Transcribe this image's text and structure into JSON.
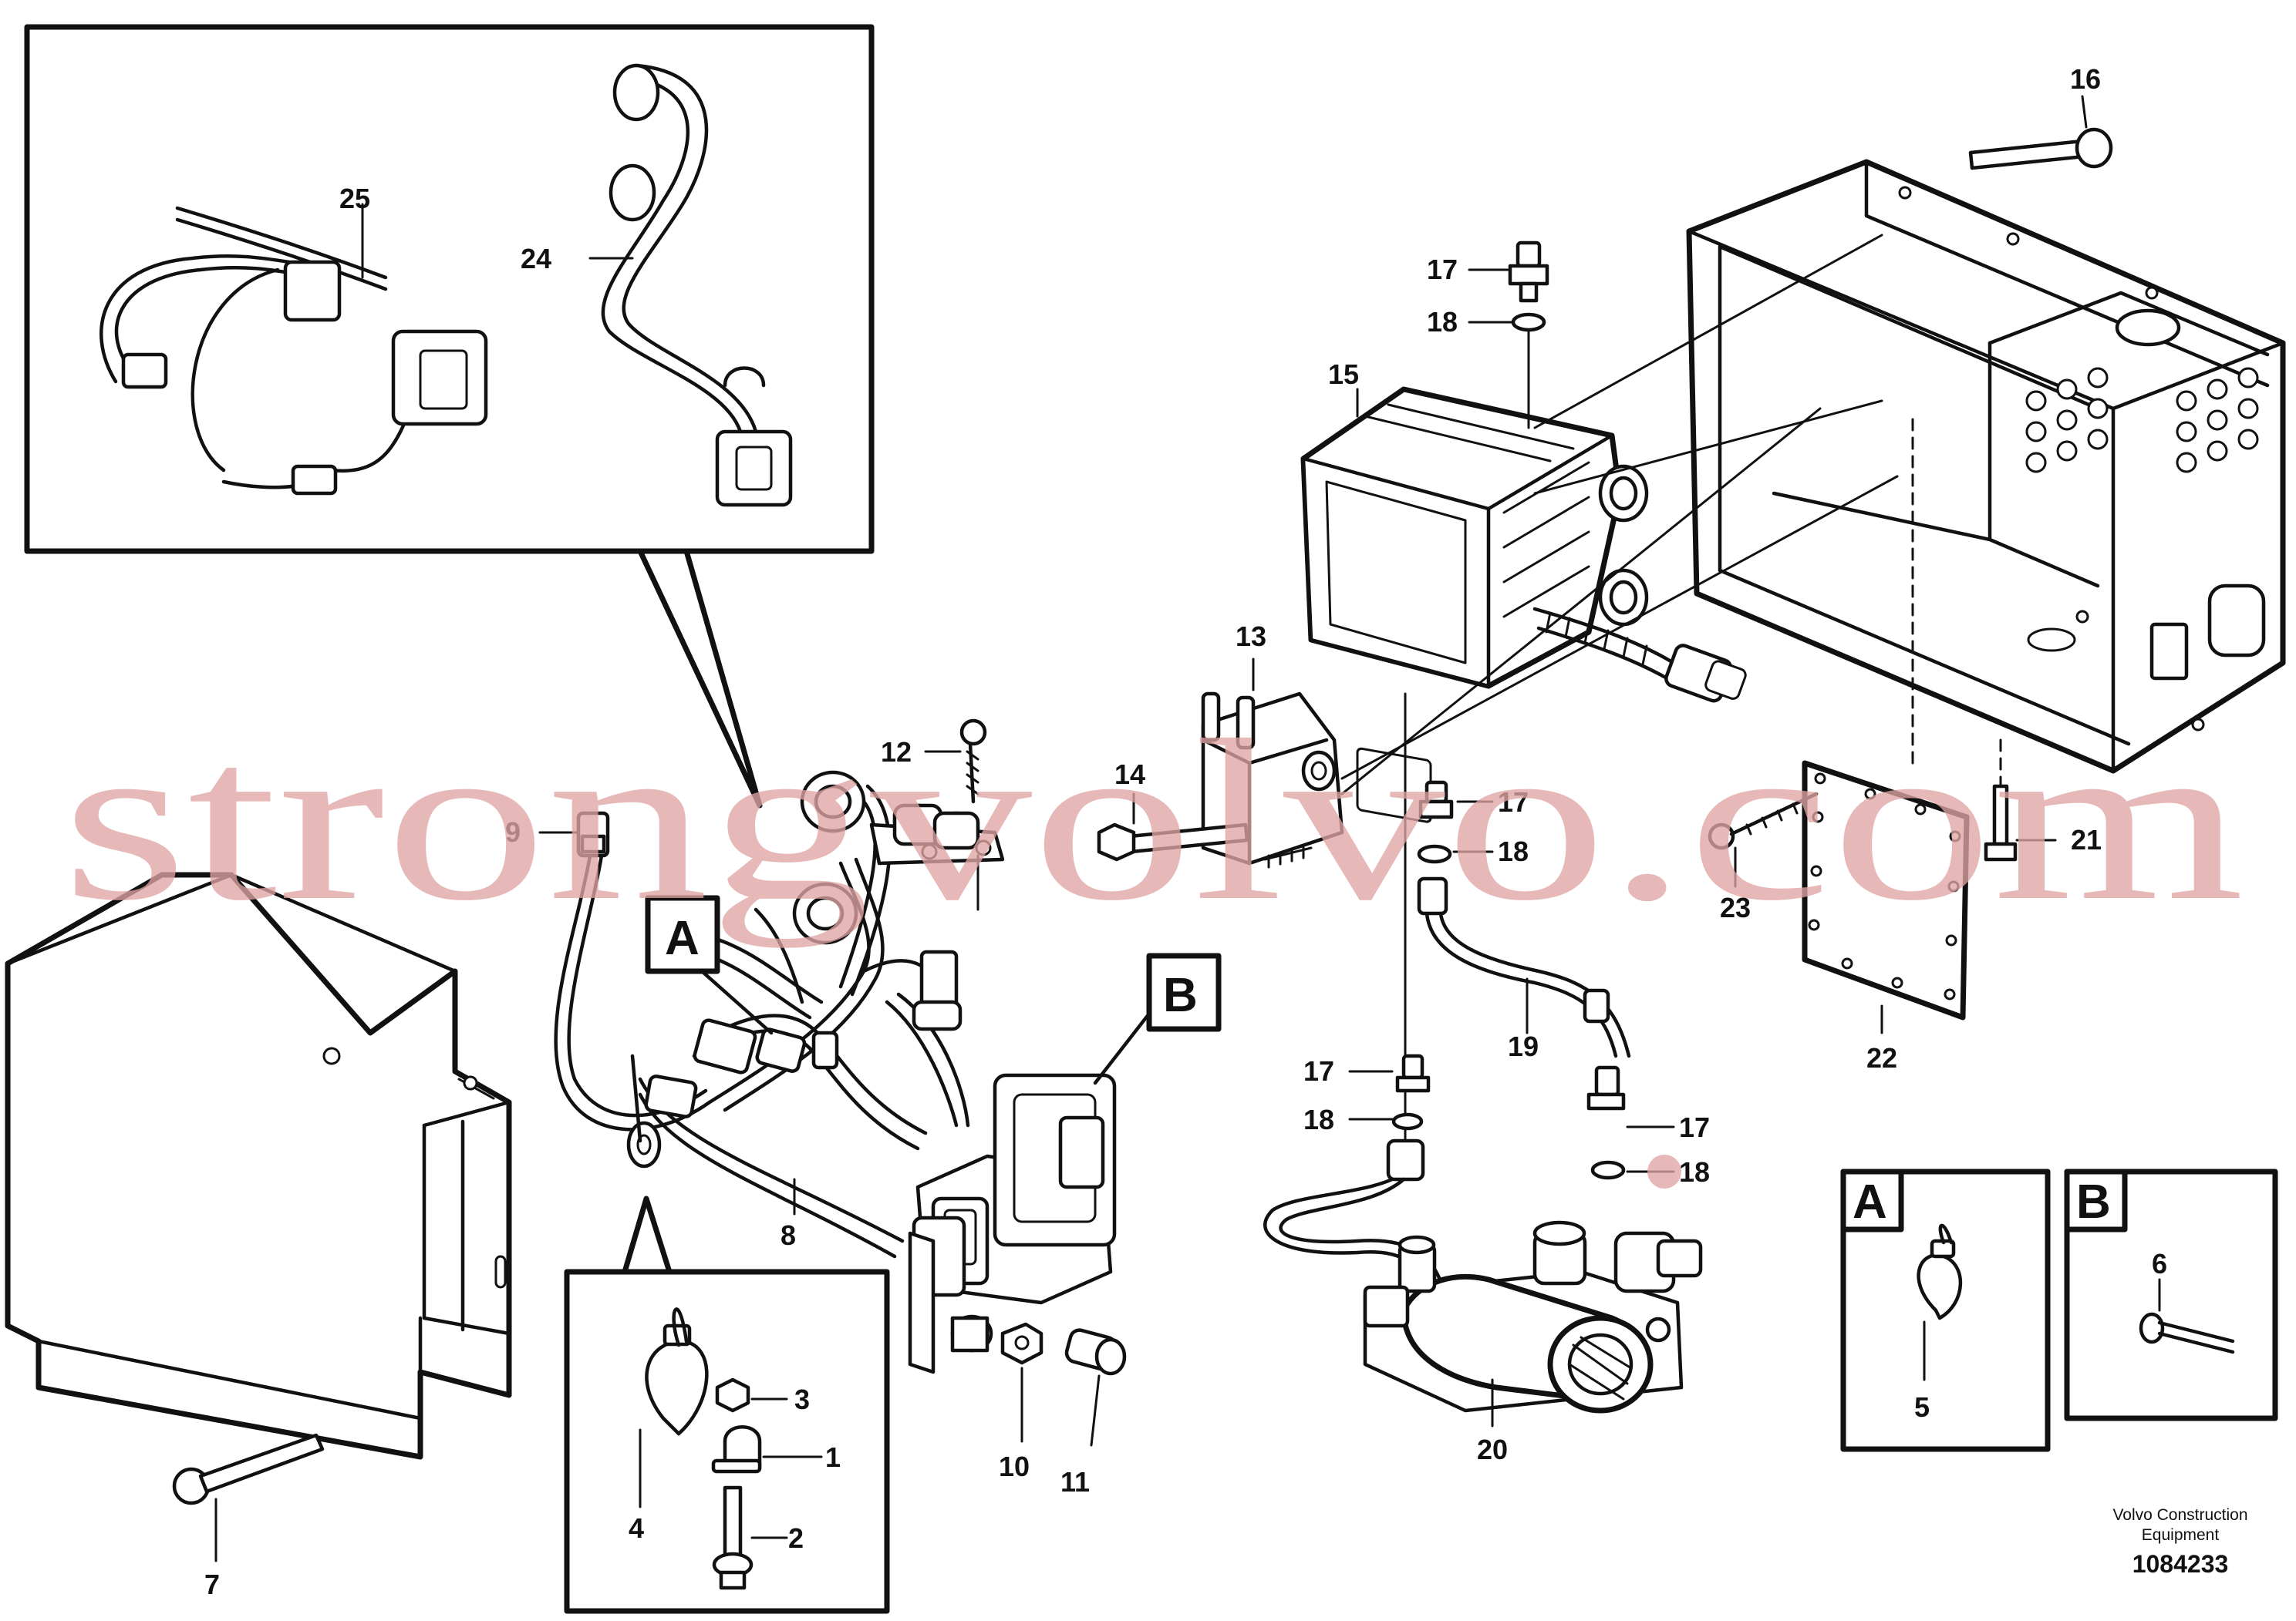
{
  "callouts": {
    "c1": "1",
    "c2": "2",
    "c3": "3",
    "c4": "4",
    "c5": "5",
    "c6": "6",
    "c7": "7",
    "c8": "8",
    "c9": "9",
    "c10": "10",
    "c11": "11",
    "c12": "12",
    "c13": "13",
    "c14": "14",
    "c15": "15",
    "c16": "16",
    "c17a": "17",
    "c17b": "17",
    "c17c": "17",
    "c17d": "17",
    "c18a": "18",
    "c18b": "18",
    "c18c": "18",
    "c18d": "18",
    "c19": "19",
    "c20": "20",
    "c21": "21",
    "c22": "22",
    "c23": "23",
    "c24": "24",
    "c25": "25"
  },
  "detail_boxes": {
    "a_main": "A",
    "b_main": "B",
    "a_small": "A",
    "b_small": "B"
  },
  "watermark": "strongvolvo.com",
  "footer": {
    "line1": "Volvo Construction",
    "line2": "Equipment",
    "drawing_id": "1084233"
  }
}
